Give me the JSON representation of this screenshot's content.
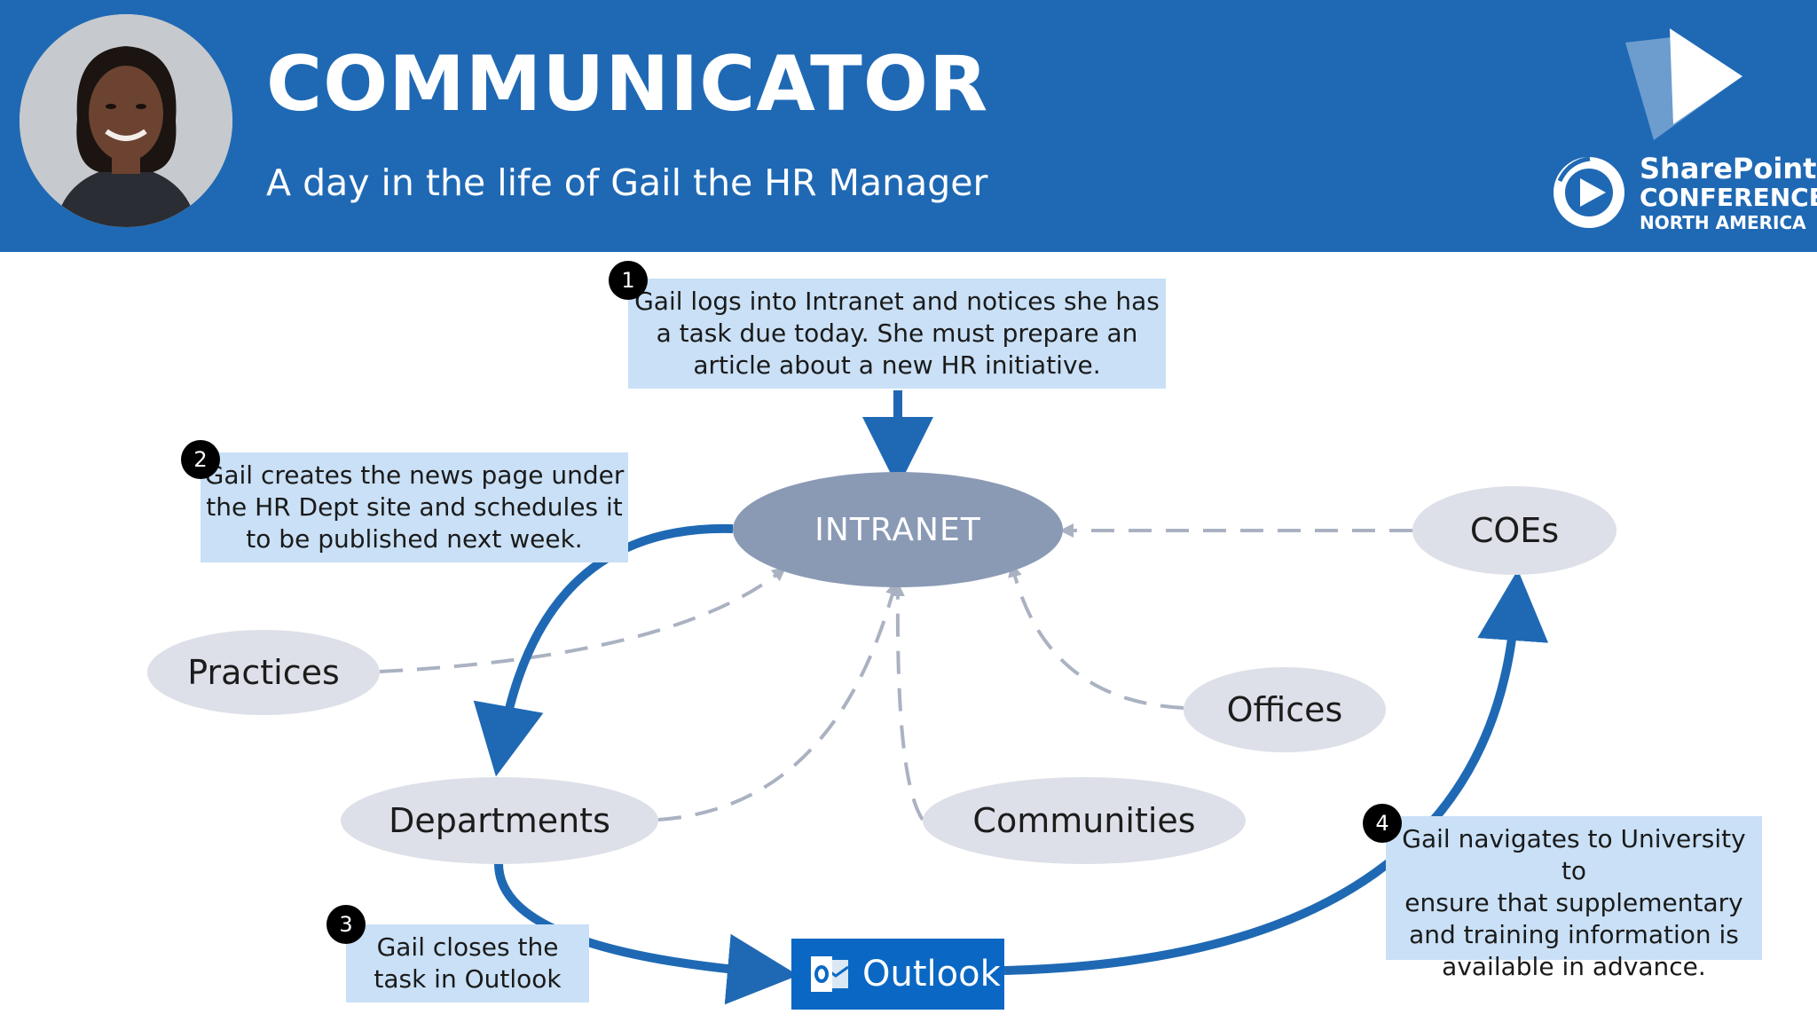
{
  "header": {
    "title": "COMMUNICATOR",
    "subtitle": "A day in the life of Gail the HR Manager",
    "brand": {
      "line1": "SharePoint",
      "line2": "CONFERENCE",
      "line3": "NORTH AMERICA"
    },
    "background_color": "#1f69b4"
  },
  "nodes": {
    "intranet": "INTRANET",
    "coes": "COEs",
    "practices": "Practices",
    "offices": "Offices",
    "departments": "Departments",
    "communities": "Communities",
    "outlook": "Outlook"
  },
  "steps": [
    {
      "number": "1",
      "text": [
        "Gail logs into Intranet and notices she has",
        "a task due today. She must prepare an",
        "article about a new HR initiative."
      ]
    },
    {
      "number": "2",
      "text": [
        "Gail creates the news page under",
        "the HR Dept site and schedules it",
        "to be published next week."
      ]
    },
    {
      "number": "3",
      "text": [
        "Gail closes the",
        "task in Outlook"
      ]
    },
    {
      "number": "4",
      "text": [
        "Gail navigates to University to",
        "ensure that supplementary",
        "and training information is",
        "available in advance."
      ]
    }
  ],
  "colors": {
    "flow_arrow": "#1f69b4",
    "dashed_link": "#aab2c2",
    "callout_fill": "#c9e0f6",
    "node_fill": "#dde0e8",
    "intranet_fill": "#8a9ab5"
  },
  "icons": [
    "avatar-photo",
    "play-logo-icon",
    "sharepoint-logo-icon",
    "outlook-icon"
  ]
}
